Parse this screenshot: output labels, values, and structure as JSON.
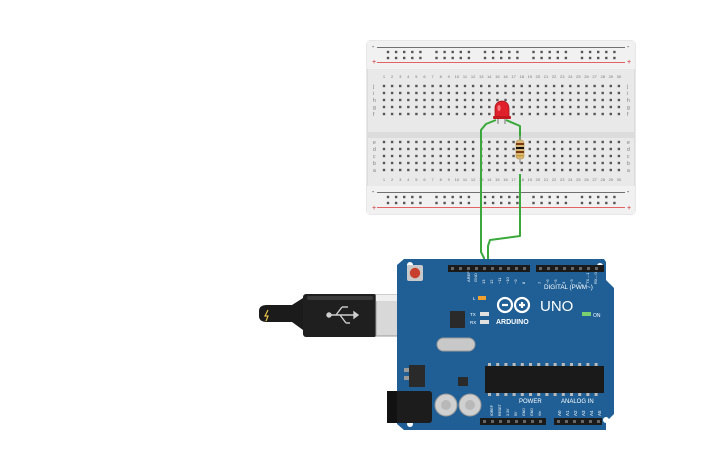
{
  "breadboard": {
    "rail_plus": "+",
    "rail_minus": "-",
    "row_letters_top": [
      "j",
      "i",
      "h",
      "g",
      "f"
    ],
    "row_letters_bottom": [
      "e",
      "d",
      "c",
      "b",
      "a"
    ],
    "column_count": 30
  },
  "arduino": {
    "brand": "ARDUINO",
    "model": "UNO",
    "on_label": "ON",
    "digital_label": "DIGITAL (PWM~)",
    "power_label": "POWER",
    "analog_label": "ANALOG IN",
    "tx_label": "TX",
    "rx_label": "RX",
    "l_label": "L",
    "aref_label": "AREF",
    "gnd_label": "GND",
    "digital_pins": [
      "13",
      "12",
      "~11",
      "~10",
      "~9",
      "8",
      "7",
      "~6",
      "~5",
      "4",
      "~3",
      "2",
      "TX→1",
      "RX←0"
    ],
    "power_pins": [
      "IOREF",
      "RESET",
      "3.3V",
      "5V",
      "GND",
      "GND",
      "Vin"
    ],
    "analog_pins": [
      "A0",
      "A1",
      "A2",
      "A3",
      "A4",
      "A5"
    ]
  },
  "components": {
    "led_color": "#e0202a",
    "wire_color": "#3aa83a",
    "board_color": "#1f5f95"
  }
}
